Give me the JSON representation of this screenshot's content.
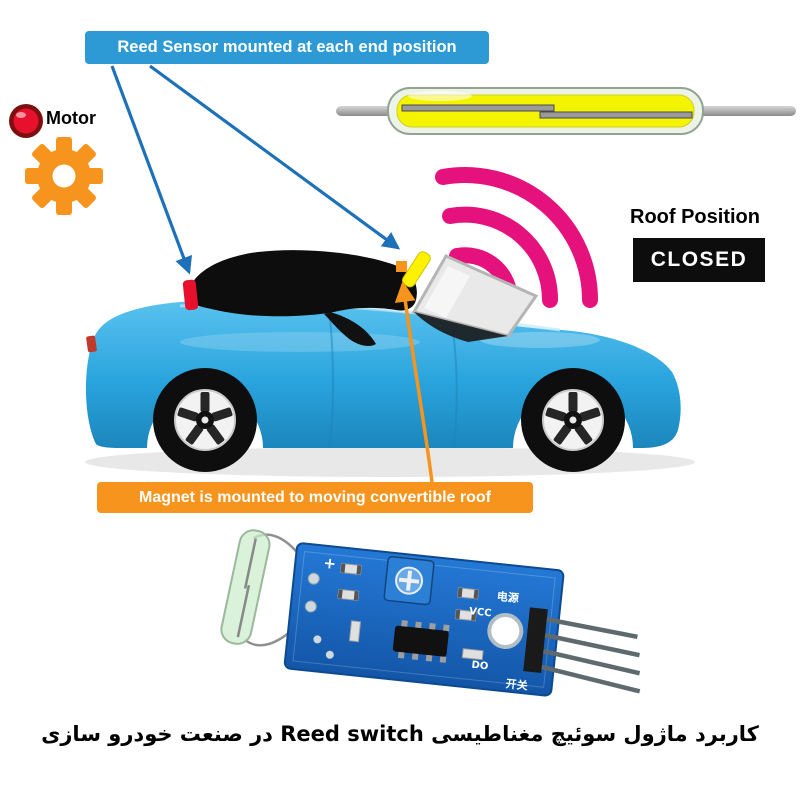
{
  "labels": {
    "reed_sensor_box": "Reed Sensor mounted at each end position",
    "magnet_box": "Magnet is mounted to moving convertible roof",
    "motor": "Motor",
    "roof_position": "Roof Position",
    "roof_status": "CLOSED"
  },
  "pcb": {
    "plus_mark": "+",
    "vcc_label": "VCC",
    "do_label": "DO",
    "power_label_cn": "电源",
    "switch_label_cn": "开关"
  },
  "caption": "کاربرد ماژول سوئیچ مغناطیسی Reed switch در صنعت خودرو سازی",
  "colors": {
    "label_blue": "#2D9AD5",
    "label_orange": "#F7941D",
    "arrow_blue": "#1D71B8",
    "signal_pink": "#E5127D",
    "car_blue": "#2AA4DE",
    "status_bg": "#0D0D0D"
  }
}
